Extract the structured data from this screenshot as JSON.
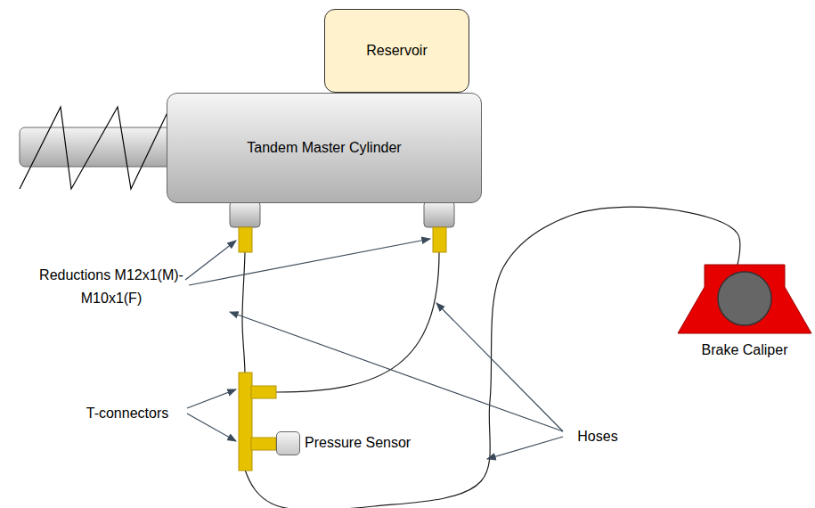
{
  "diagram": {
    "nodes": [
      {
        "text": [
          "Reservoir"
        ]
      },
      {
        "text": [
          "Tandem Master Cylinder"
        ]
      },
      {
        "text": [
          "Pressure Sensor"
        ]
      },
      {
        "text": [
          "Brake Caliper"
        ]
      }
    ],
    "edges": [
      {
        "from": 1,
        "to": 3,
        "arrow": "none"
      }
    ],
    "labels": [
      "Reductions M12x1(M)-M10x1(F)",
      "T-connectors",
      "Hoses"
    ]
  }
}
